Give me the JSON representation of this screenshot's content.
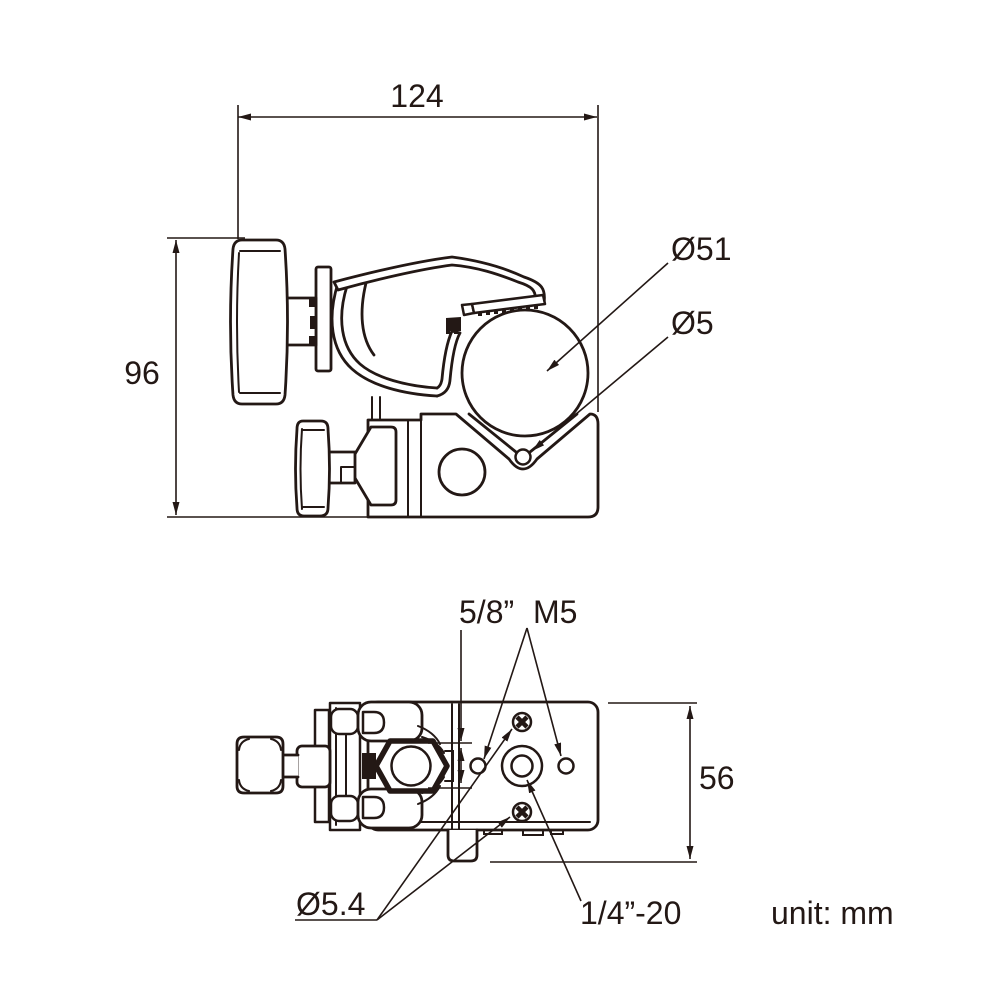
{
  "page": {
    "background": "#ffffff",
    "line_color": "#231815",
    "drawing_type": "super clamp dimensional drawing"
  },
  "annotation": {
    "unit_label": "unit: mm"
  },
  "side_view": {
    "dim_width": "124",
    "dim_height": "96",
    "label_pipe_diameter": "Ø51",
    "label_pin_diameter": "Ø5"
  },
  "bottom_view": {
    "label_socket": "5/8”",
    "label_m5": "M5",
    "dim_depth": "56",
    "label_screw_holes": "Ø5.4",
    "label_thread": "1/4”-20"
  }
}
